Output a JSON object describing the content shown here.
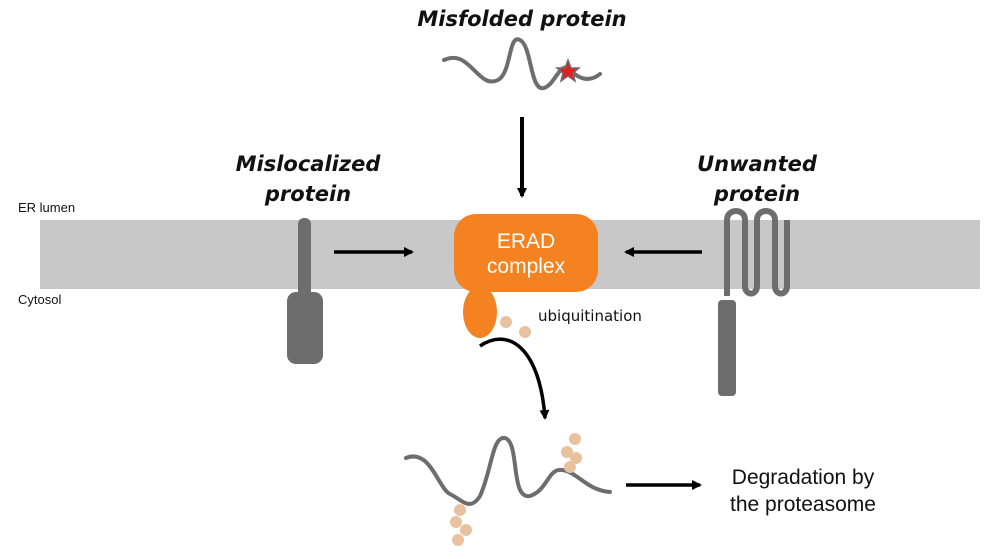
{
  "labels": {
    "misfolded": "Misfolded protein",
    "mislocalized_line1": "Mislocalized",
    "mislocalized_line2": "protein",
    "unwanted_line1": "Unwanted",
    "unwanted_line2": "protein",
    "er_lumen": "ER lumen",
    "cytosol": "Cytosol",
    "erad_line1": "ERAD",
    "erad_line2": "complex",
    "ubiquitination": "ubiquitination",
    "degradation_line1": "Degradation by",
    "degradation_line2": "the proteasome"
  },
  "colors": {
    "membrane": "#c8c8c8",
    "protein": "#6d6d6d",
    "erad": "#f58220",
    "ubiquitin": "#e8c29e",
    "misfold_star": "#e41e1e",
    "arrow": "#000000"
  }
}
